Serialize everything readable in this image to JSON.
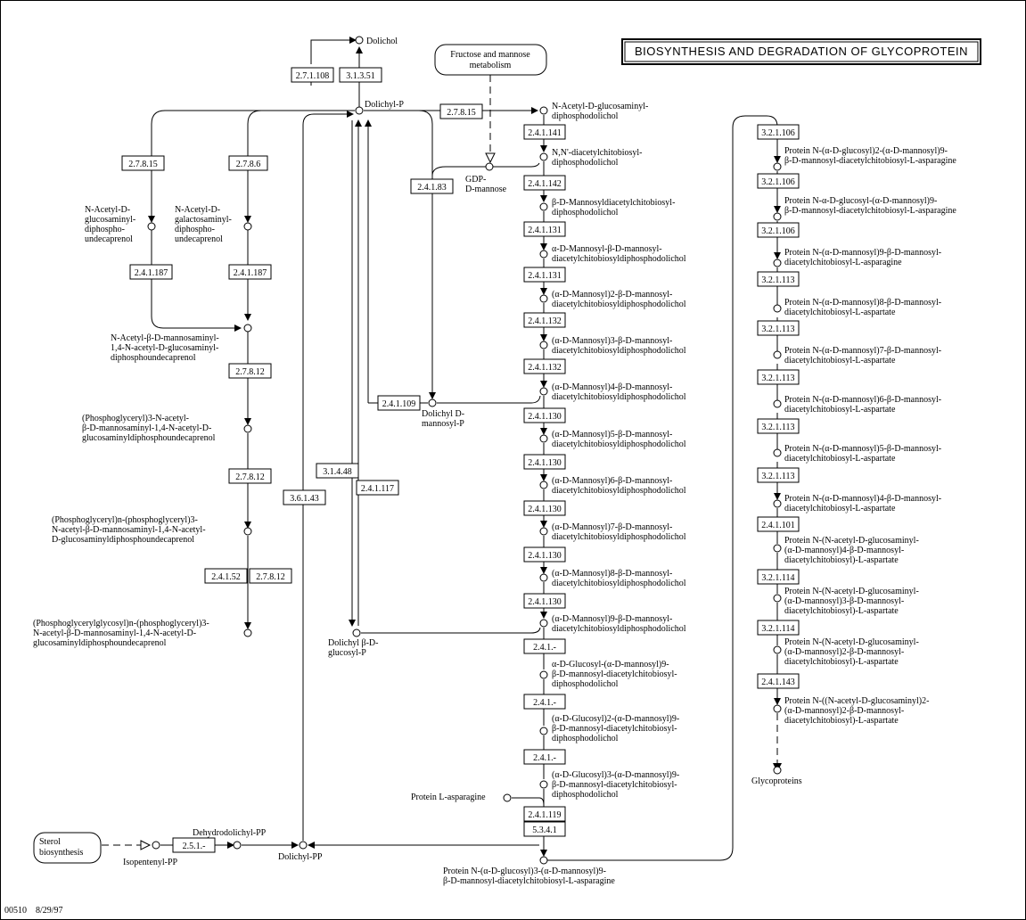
{
  "title": "BIOSYNTHESIS AND DEGRADATION OF GLYCOPROTEIN",
  "footer": {
    "map_id": "00510",
    "date": "8/29/97"
  },
  "maps": {
    "fructose": [
      "Fructose and mannose",
      "metabolism"
    ],
    "sterol": [
      "Sterol",
      "biosynthesis"
    ]
  },
  "compounds": {
    "dolichol": [
      "Dolichol"
    ],
    "dolichyl_p": [
      "Dolichyl-P"
    ],
    "gdp_mannose": [
      "GDP-",
      "D-mannose"
    ],
    "dolichyl_d_mannosyl_p": [
      "Dolichyl D-",
      "mannosyl-P"
    ],
    "dolichyl_glucosyl_p": [
      "Dolichyl β-D-",
      "glucosyl-P"
    ],
    "dolichyl_pp": [
      "Dolichyl-PP"
    ],
    "dehydrodolichyl_pp": [
      "Dehydrodolichyl-PP"
    ],
    "isopentenyl_pp": [
      "Isopentenyl-PP"
    ],
    "protein_asparagine": [
      "Protein L-asparagine"
    ],
    "glycoproteins": [
      "Glycoproteins"
    ],
    "c1": [
      "N-Acetyl-D-glucosaminyl-",
      "diphosphodolichol"
    ],
    "c2": [
      "N,N'-diacetylchitobiosyl-",
      "diphosphodolichol"
    ],
    "c3": [
      "β-D-Mannosyldiacetylchitobiosyl-",
      "diphosphodolichol"
    ],
    "c4": [
      "α-D-Mannosyl-β-D-mannosyl-",
      "diacetylchitobiosyldiphosphodolichol"
    ],
    "c5": [
      "(α-D-Mannosyl)2-β-D-mannosyl-",
      "diacetylchitobiosyldiphosphodolichol"
    ],
    "c6": [
      "(α-D-Mannosyl)3-β-D-mannosyl-",
      "diacetylchitobiosyldiphosphodolichol"
    ],
    "c7": [
      "(α-D-Mannosyl)4-β-D-mannosyl-",
      "diacetylchitobiosyldiphosphodolichol"
    ],
    "c8": [
      "(α-D-Mannosyl)5-β-D-mannosyl-",
      "diacetylchitobiosyldiphosphodolichol"
    ],
    "c9": [
      "(α-D-Mannosyl)6-β-D-mannosyl-",
      "diacetylchitobiosyldiphosphodolichol"
    ],
    "c10": [
      "(α-D-Mannosyl)7-β-D-mannosyl-",
      "diacetylchitobiosyldiphosphodolichol"
    ],
    "c11": [
      "(α-D-Mannosyl)8-β-D-mannosyl-",
      "diacetylchitobiosyldiphosphodolichol"
    ],
    "c12": [
      "(α-D-Mannosyl)9-β-D-mannosyl-",
      "diacetylchitobiosyldiphosphodolichol"
    ],
    "c13": [
      "α-D-Glucosyl-(α-D-mannosyl)9-",
      "β-D-mannosyl-diacetylchitobiosyl-",
      "diphosphodolichol"
    ],
    "c14": [
      "(α-D-Glucosyl)2-(α-D-mannosyl)9-",
      "β-D-mannosyl-diacetylchitobiosyl-",
      "diphosphodolichol"
    ],
    "c15": [
      "(α-D-Glucosyl)3-(α-D-mannosyl)9-",
      "β-D-mannosyl-diacetylchitobiosyl-",
      "diphosphodolichol"
    ],
    "c16": [
      "Protein N-(α-D-glucosyl)3-(α-D-mannosyl)9-",
      "β-D-mannosyl-diacetylchitobiosyl-L-asparagine"
    ],
    "r1": [
      "Protein N-(α-D-glucosyl)2-(α-D-mannosyl)9-",
      "β-D-mannosyl-diacetylchitobiosyl-L-asparagine"
    ],
    "r2": [
      "Protein N-α-D-glucosyl-(α-D-mannosyl)9-",
      "β-D-mannosyl-diacetylchitobiosyl-L-asparagine"
    ],
    "r3": [
      "Protein N-(α-D-mannosyl)9-β-D-mannosyl-",
      "diacetylchitobiosyl-L-asparagine"
    ],
    "r4": [
      "Protein N-(α-D-mannosyl)8-β-D-mannosyl-",
      "diacetylchitobiosyl-L-aspartate"
    ],
    "r5": [
      "Protein N-(α-D-mannosyl)7-β-D-mannosyl-",
      "diacetylchitobiosyl-L-aspartate"
    ],
    "r6": [
      "Protein N-(α-D-mannosyl)6-β-D-mannosyl-",
      "diacetylchitobiosyl-L-aspartate"
    ],
    "r7": [
      "Protein N-(α-D-mannosyl)5-β-D-mannosyl-",
      "diacetylchitobiosyl-L-aspartate"
    ],
    "r8": [
      "Protein N-(α-D-mannosyl)4-β-D-mannosyl-",
      "diacetylchitobiosyl-L-aspartate"
    ],
    "r9": [
      "Protein N-(N-acetyl-D-glucosaminyl-",
      "(α-D-mannosyl)4-β-D-mannosyl-",
      "diacetylchitobiosyl)-L-aspartate"
    ],
    "r10": [
      "Protein N-(N-acetyl-D-glucosaminyl-",
      "(α-D-mannosyl)3-β-D-mannosyl-",
      "diacetylchitobiosyl)-L-aspartate"
    ],
    "r11": [
      "Protein N-(N-acetyl-D-glucosaminyl-",
      "(α-D-mannosyl)2-β-D-mannosyl-",
      "diacetylchitobiosyl)-L-aspartate"
    ],
    "r12": [
      "Protein N-((N-acetyl-D-glucosaminyl)2-",
      "(α-D-mannosyl)2-β-D-mannosyl-",
      "diacetylchitobiosyl)-L-aspartate"
    ],
    "l1": [
      "N-Acetyl-D-",
      "glucosaminyl-",
      "diphospho-",
      "undecaprenol"
    ],
    "l2": [
      "N-Acetyl-D-",
      "galactosaminyl-",
      "diphospho-",
      "undecaprenol"
    ],
    "l3": [
      "N-Acetyl-β-D-mannosaminyl-",
      "1,4-N-acetyl-D-glucosaminyl-",
      "diphosphoundecaprenol"
    ],
    "l4": [
      "(Phosphoglyceryl)3-N-acetyl-",
      "β-D-mannosaminyl-1,4-N-acetyl-D-",
      "glucosaminyldiphosphoundecaprenol"
    ],
    "l5": [
      "(Phosphoglyceryl)n-(phosphoglyceryl)3-",
      "N-acetyl-β-D-mannosaminyl-1,4-N-acetyl-",
      "D-glucosaminyldiphosphoundecaprenol"
    ],
    "l6": [
      "(Phosphoglycerylglycosyl)n-(phosphoglyceryl)3-",
      "N-acetyl-β-D-mannosaminyl-1,4-N-acetyl-D-",
      "glucosaminyldiphosphoundecaprenol"
    ]
  },
  "enzymes": {
    "e1": "2.7.1.108",
    "e2": "3.1.3.51",
    "e3": "2.7.8.15",
    "e4": "2.4.1.141",
    "e5": "2.4.1.142",
    "e6": "2.4.1.83",
    "e7": "2.4.1.131",
    "e8": "2.4.1.131",
    "e9": "2.4.1.132",
    "e10": "2.4.1.132",
    "e11": "2.4.1.109",
    "e12": "2.4.1.130",
    "e13": "2.4.1.130",
    "e14": "2.4.1.130",
    "e15": "2.4.1.130",
    "e16": "2.4.1.130",
    "e17": "2.4.1.-",
    "e18": "2.4.1.-",
    "e19": "2.4.1.-",
    "e20": "2.4.1.119",
    "e21": "5.3.4.1",
    "e22": "3.1.4.48",
    "e23": "2.4.1.117",
    "e24": "3.6.1.43",
    "e25": "2.5.1.-",
    "e26": "2.7.8.15",
    "e27": "2.7.8.6",
    "e28": "2.4.1.187",
    "e29": "2.4.1.187",
    "e30": "2.7.8.12",
    "e31": "2.7.8.12",
    "e32": "2.4.1.52",
    "e33": "2.7.8.12",
    "e34": "3.2.1.106",
    "e35": "3.2.1.106",
    "e36": "3.2.1.106",
    "e37": "3.2.1.113",
    "e38": "3.2.1.113",
    "e39": "3.2.1.113",
    "e40": "3.2.1.113",
    "e41": "3.2.1.113",
    "e42": "2.4.1.101",
    "e43": "3.2.1.114",
    "e44": "3.2.1.114",
    "e45": "2.4.1.143"
  }
}
